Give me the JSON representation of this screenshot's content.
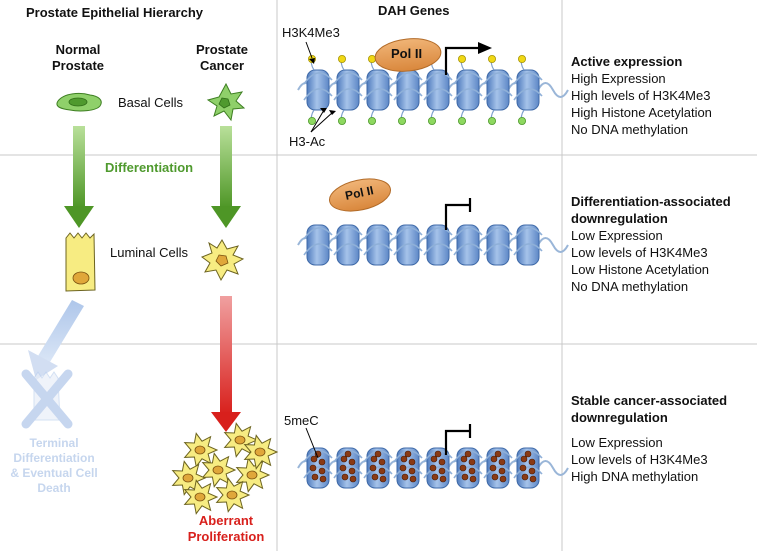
{
  "left": {
    "header": "Prostate Epithelial Hierarchy",
    "col_normal": [
      "Normal",
      "Prostate"
    ],
    "col_cancer": [
      "Prostate",
      "Cancer"
    ],
    "basal_label": "Basal Cells",
    "luminal_label": "Luminal Cells",
    "differentiation_label": "Differentiation",
    "terminal_label": [
      "Terminal",
      "Differentiation",
      "& Eventual Cell",
      "Death"
    ],
    "aberrant_label": [
      "Aberrant",
      "Proliferation"
    ]
  },
  "middle": {
    "header": "DAH Genes",
    "h3k4me3_label": "H3K4Me3",
    "h3ac_label": "H3-Ac",
    "pol2_label": "Pol II",
    "meC_label": "5meC"
  },
  "right": {
    "states": [
      {
        "title": [
          "Active expression"
        ],
        "lines": [
          "High Expression",
          "High levels of H3K4Me3",
          "High Histone Acetylation",
          "No DNA methylation"
        ]
      },
      {
        "title": [
          "Differentiation-associated",
          "downregulation"
        ],
        "lines": [
          "Low Expression",
          "Low levels of H3K4Me3",
          "Low Histone Acetylation",
          "No DNA methylation"
        ]
      },
      {
        "title": [
          "Stable cancer-associated",
          "downregulation"
        ],
        "lines": [
          "Low Expression",
          "Low levels of H3K4Me3",
          "High DNA methylation"
        ]
      }
    ]
  },
  "colors": {
    "nucleosome": "#6f95cf",
    "dna": "#9ab6d8",
    "pol2": "#e0964a",
    "green_arrow": "#5aa02c",
    "red_arrow": "#d8201c",
    "faded_blue": "#bcd0ee",
    "h3k4me3_mark": "#f0d814",
    "h3ac_mark": "#8ed860",
    "meC": "#8a3a14",
    "basal_cell": "#8fd06a",
    "luminal_cell": "#f7ec82"
  }
}
